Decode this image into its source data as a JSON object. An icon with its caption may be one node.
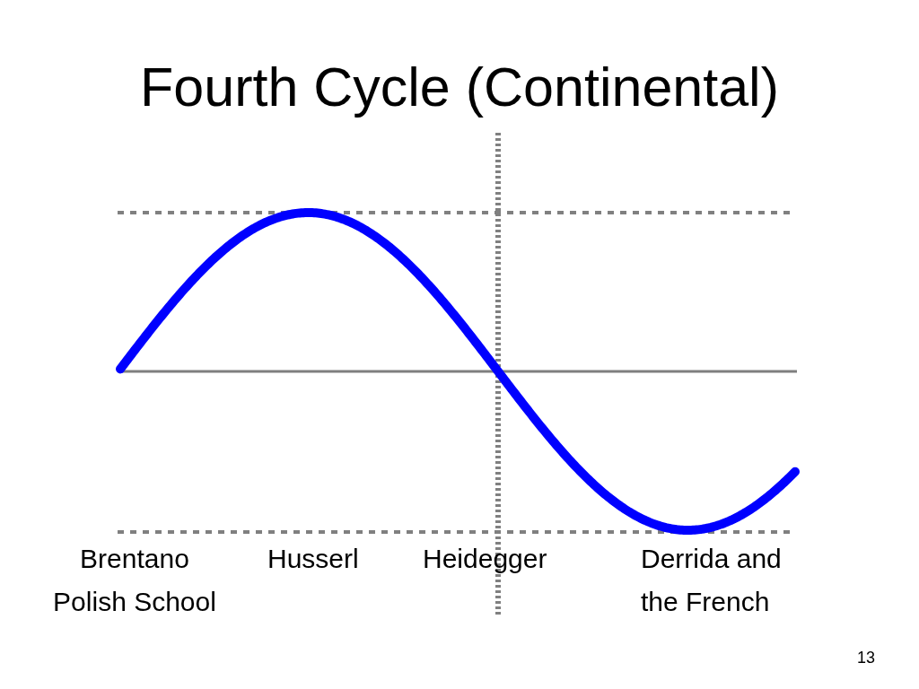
{
  "diagram": {
    "title": "Fourth Cycle (Continental)",
    "labels": [
      "Brentano Polish School",
      "Husserl",
      "Heidegger",
      "Derrida and the French",
      "13"
    ]
  }
}
